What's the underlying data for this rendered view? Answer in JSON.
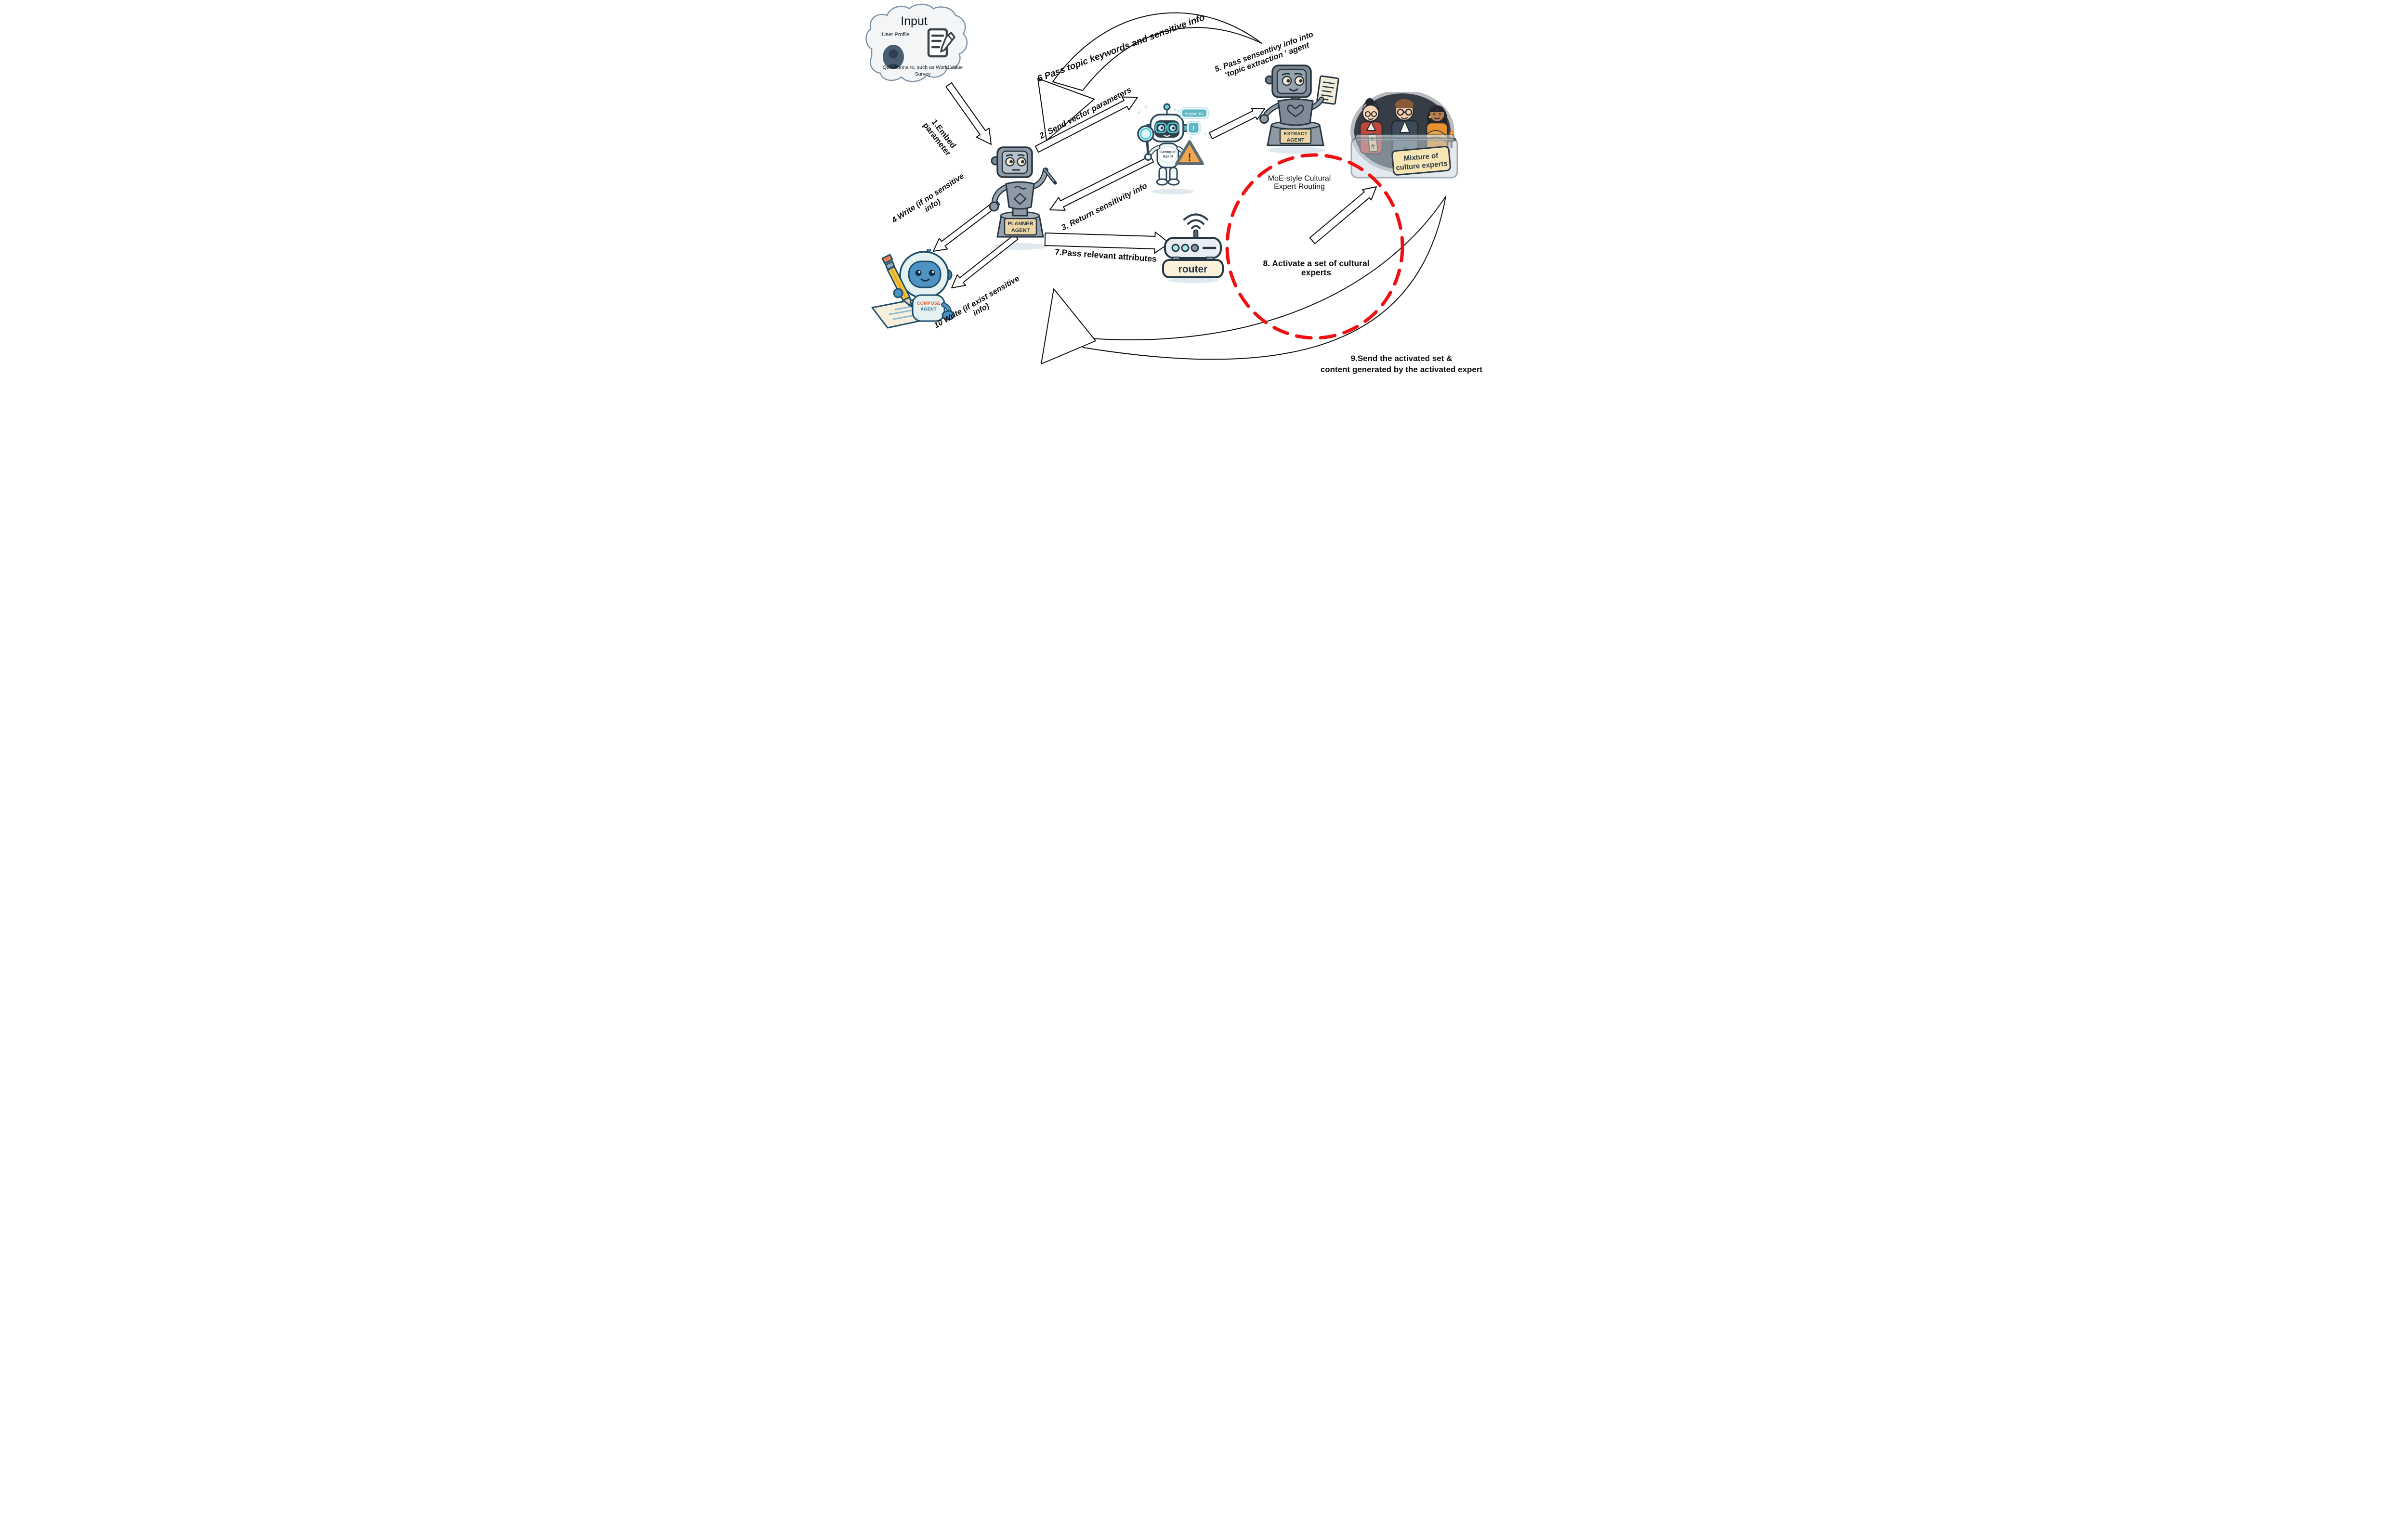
{
  "input_cloud": {
    "title": "Input",
    "user_profile": "User Profile",
    "questionnaire": "Questionnaire, such as World Value Survey"
  },
  "steps": {
    "s1": [
      "1.Embed",
      "parameter"
    ],
    "s2": "2. Send vector parameters",
    "s3": "3. Return sensitivity info",
    "s4": [
      "4  Write (if no sensitive",
      "info)"
    ],
    "s5": [
      "5. Pass sensentivy info into",
      "‘topic extraction ‘ agent"
    ],
    "s6": "6 Pass topic keywords and sensitive info",
    "s7": "7.Pass relevant attributes",
    "s8": [
      "8. Activate a set of cultural",
      "experts"
    ],
    "s9": [
      "9.Send the activated set &",
      "content generated by the activated expert"
    ],
    "s10": [
      "10  Write (if exist sensitive",
      "info)"
    ]
  },
  "routing_circle": {
    "title": [
      "MoE-style Cultural",
      "Expert Routing"
    ]
  },
  "agents": {
    "planner": {
      "plaque": [
        "PLANNER",
        "AGENT"
      ]
    },
    "sentopic": {
      "label": [
        "Sentopic",
        "Agent"
      ],
      "badges": {
        "keywords": "keywords",
        "alert": "!"
      }
    },
    "extract": {
      "plaque": [
        "EXTRACT",
        "AGENT"
      ]
    },
    "compose": {
      "label": [
        "COMPOSE",
        "AGENT"
      ]
    },
    "router": {
      "label": "router"
    },
    "experts": {
      "label": [
        "Mixture of",
        "culture experts"
      ]
    }
  },
  "colors": {
    "alert_red": "#ee1111",
    "plaque_tan": "#ecd6a4",
    "router_label_bg": "#fcf1da",
    "teal": "#56bfcd",
    "warning_orange": "#f0a04a",
    "compose_orange": "#e05a33",
    "compose_blue": "#2a6f8e"
  }
}
